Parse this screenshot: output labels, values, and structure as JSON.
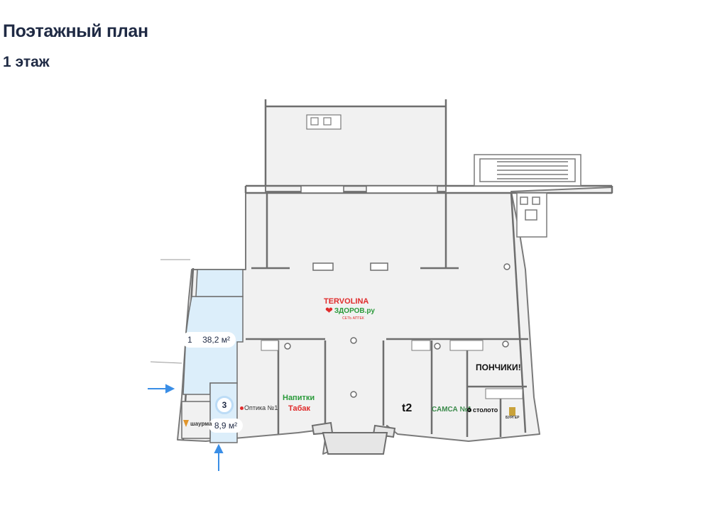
{
  "header": {
    "title": "Поэтажный план",
    "floor": "1 этаж"
  },
  "units": [
    {
      "num": "1",
      "area": "38,2 м²"
    },
    {
      "num": "3",
      "area": "8,9 м²"
    }
  ],
  "tenants": {
    "tervolina": "TERVOLINA",
    "zdorov": "ЗДОРОВ.ру",
    "zdorov_sub": "СЕТЬ АПТЕК",
    "napitki": "Напитки",
    "tabak": "Табак",
    "optika": "Оптика №1",
    "t2": "t2",
    "samsa": "САМСА №1",
    "stoloto": "столото",
    "ponchiki": "ПОНЧИКИ!",
    "shaurma": "шаурма",
    "burger": "БУРГЕР"
  },
  "colors": {
    "title": "#1f2a44",
    "floor_fill": "#f1f1f1",
    "wall": "#7a7a7a",
    "unit_highlight": "#dceefa",
    "arrow": "#3a8ee6",
    "tervolina": "#e02b2b",
    "zdorov": "#2a9a3a",
    "napitki": "#2a9a3a",
    "tabak": "#e02b2b"
  }
}
